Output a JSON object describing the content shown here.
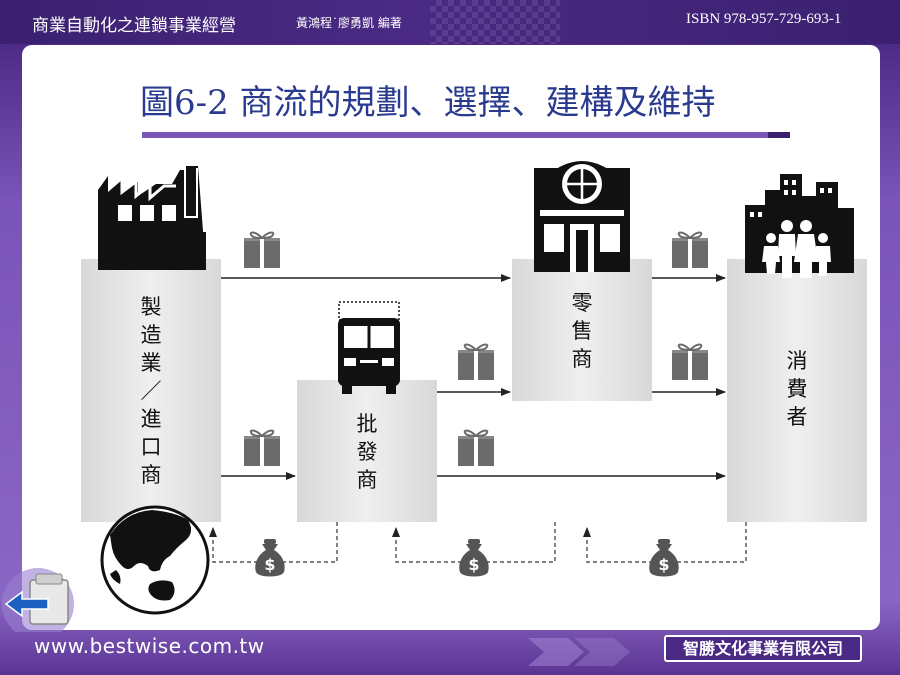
{
  "header": {
    "book_title": "商業自動化之連鎖事業經營",
    "authors": "黃鴻程˙廖勇凱 編著",
    "isbn": "ISBN 978-957-729-693-1"
  },
  "slide": {
    "title": "圖6-2 商流的規劃、選擇、建構及維持"
  },
  "nodes": {
    "manufacturer": "製造業／進口商",
    "wholesaler": "批發商",
    "retailer": "零售商",
    "consumer": "消費者"
  },
  "icons": {
    "factory": "factory-icon",
    "truck": "truck-icon",
    "store": "store-icon",
    "city_family": "city-family-icon",
    "gift": "gift-box-icon",
    "money": "money-bag-icon",
    "globe": "globe-icon"
  },
  "money_symbol": "$",
  "footer": {
    "url": "www.bestwise.com.tw",
    "publisher": "智勝文化事業有限公司"
  },
  "colors": {
    "frame_purple": "#6a3fa0",
    "title_blue": "#2a3b8f",
    "underline_purple": "#7a55b6"
  }
}
